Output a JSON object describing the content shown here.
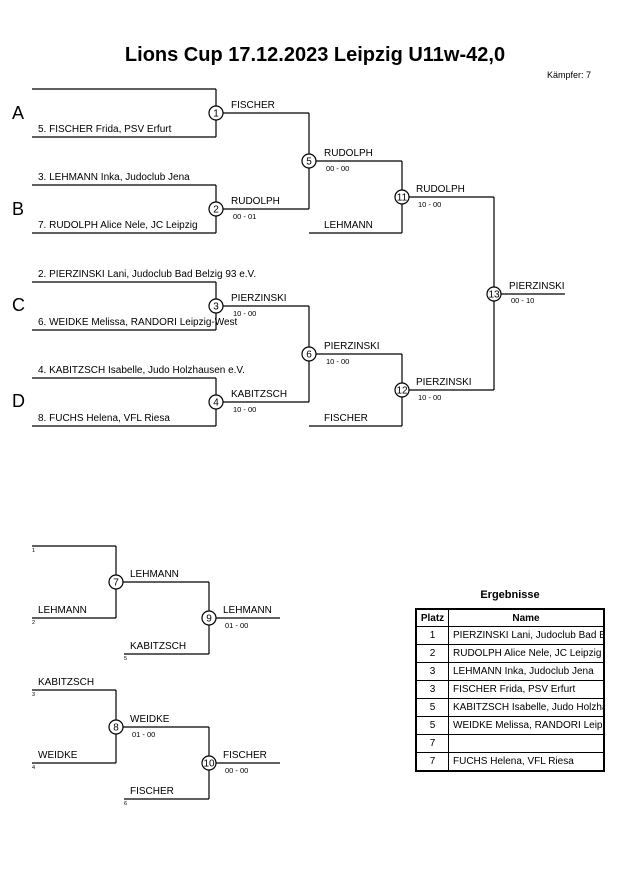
{
  "title": "Lions Cup  17.12.2023  Leipzig   U11w-42,0",
  "fighters_count": "Kämpfer: 7",
  "pool_letters": [
    "A",
    "B",
    "C",
    "D"
  ],
  "entries": [
    "",
    "5. FISCHER Frida, PSV Erfurt",
    "3. LEHMANN Inka, Judoclub Jena",
    "7. RUDOLPH Alice Nele, JC Leipzig",
    "2. PIERZINSKI Lani, Judoclub Bad Belzig 93 e.V.",
    "6. WEIDKE Melissa, RANDORI Leipzig-West",
    "4. KABITZSCH Isabelle, Judo Holzhausen e.V.",
    "8. FUCHS Helena, VFL Riesa"
  ],
  "main_matches": [
    {
      "num": "1",
      "winner": "FISCHER",
      "score": ""
    },
    {
      "num": "2",
      "winner": "RUDOLPH",
      "score": "00 - 01"
    },
    {
      "num": "3",
      "winner": "PIERZINSKI",
      "score": "10 - 00"
    },
    {
      "num": "4",
      "winner": "KABITZSCH",
      "score": "10 - 00"
    },
    {
      "num": "5",
      "winner": "RUDOLPH",
      "score": "00 - 00"
    },
    {
      "num": "6",
      "winner": "PIERZINSKI",
      "score": "10 - 00"
    },
    {
      "num": "11",
      "winner": "RUDOLPH",
      "score": "10 - 00"
    },
    {
      "num": "12",
      "winner": "PIERZINSKI",
      "score": "10 - 00"
    },
    {
      "num": "13",
      "winner": "PIERZINSKI",
      "score": "00 - 10"
    }
  ],
  "repechage_inputs": {
    "m11_lower": "LEHMANN",
    "m12_lower": "FISCHER"
  },
  "repechage": {
    "slots": [
      "1",
      "2",
      "3",
      "4",
      "5",
      "6"
    ],
    "entries": [
      "",
      "LEHMANN",
      "KABITZSCH",
      "WEIDKE",
      "FUCHS",
      "FISCHER"
    ],
    "matches": [
      {
        "num": "7",
        "winner": "LEHMANN",
        "score": ""
      },
      {
        "num": "8",
        "winner": "WEIDKE",
        "score": "01 - 00"
      },
      {
        "num": "9",
        "winner": "LEHMANN",
        "score": "01 - 00"
      },
      {
        "num": "10",
        "winner": "FISCHER",
        "score": "00 - 00"
      }
    ]
  },
  "results": {
    "title": "Ergebnisse",
    "headers": [
      "Platz",
      "Name"
    ],
    "rows": [
      {
        "place": "1",
        "name": "PIERZINSKI Lani, Judoclub Bad Belzig"
      },
      {
        "place": "2",
        "name": "RUDOLPH Alice Nele, JC Leipzig"
      },
      {
        "place": "3",
        "name": "LEHMANN Inka, Judoclub Jena"
      },
      {
        "place": "3",
        "name": "FISCHER Frida, PSV Erfurt"
      },
      {
        "place": "5",
        "name": "KABITZSCH Isabelle, Judo Holzhausen"
      },
      {
        "place": "5",
        "name": "WEIDKE Melissa, RANDORI Leipzig-W"
      },
      {
        "place": "7",
        "name": ""
      },
      {
        "place": "7",
        "name": "FUCHS Helena, VFL Riesa"
      }
    ]
  }
}
